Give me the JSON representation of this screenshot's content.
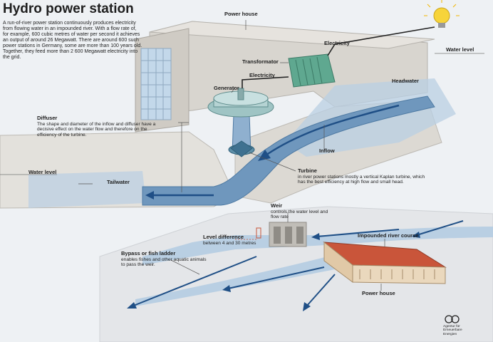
{
  "header": {
    "title": "Hydro power station",
    "intro": "A run-of-river power station continuously produces electricity from flowing water in an impounded river. With a flow rate of, for example, 600 cubic metres of water per second it achieves an output of around 26 Megawatt. There are around 600 such power stations in Germany, some are more than 100 years old. Together, they feed more than 2 600 Megawatt electricity into the grid."
  },
  "labels": {
    "power_house_top": "Power house",
    "electricity_top": "Electricity",
    "water_level_right": "Water level",
    "transformator": "Transformator",
    "electricity_mid": "Electricity",
    "generator": "Generator",
    "headwater": "Headwater",
    "diffuser": "Diffuser",
    "diffuser_desc": "The shape and diameter of the inflow and diffuser have a decisive effect on the water flow and therefore on the efficiency of the turbine.",
    "inflow": "Inflow",
    "water_level_left": "Water level",
    "tailwater": "Tailwater",
    "turbine": "Turbine",
    "turbine_desc": "in river power stations mostly a vertical Kaplan turbine, which has the best efficiency at high flow and small head.",
    "weir": "Weir",
    "weir_desc": "controls the water level and flow rate",
    "level_difference": "Level difference",
    "level_difference_desc": "between 4 and 30 metres",
    "impounded_river": "Impounded river course",
    "bypass": "Bypass or fish ladder",
    "bypass_desc": "enables fishes and other aquatic animals to pass the weir.",
    "power_house_bottom": "Power house"
  },
  "logo": {
    "text_line1": "Agentur für",
    "text_line2": "Erneuerbare",
    "text_line3": "Energien"
  },
  "colors": {
    "water": "#6f97bd",
    "water_light": "#b9cfe3",
    "wall": "#d9d6d0",
    "roof": "#c9553a",
    "arrow": "#1f4f86",
    "transformer": "#5fa890"
  }
}
